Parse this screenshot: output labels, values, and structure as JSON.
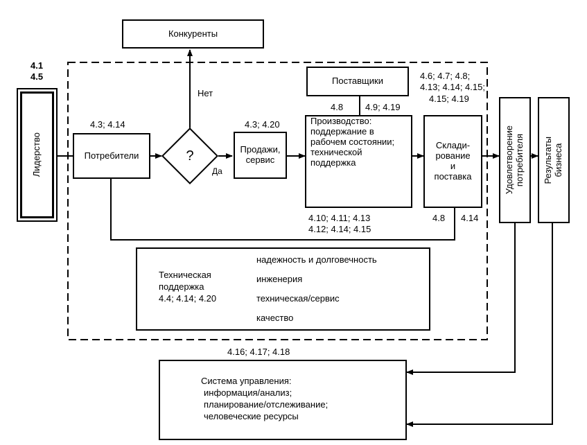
{
  "boxes": {
    "competitors": "Конкуренты",
    "leadership": "Лидерство",
    "consumers": "Потребители",
    "decision": "?",
    "sales": [
      "Продажи,",
      "сервис"
    ],
    "suppliers": "Поставщики",
    "production": [
      "Производство:",
      "поддержание в",
      "рабочем состоянии;",
      "технической",
      "поддержка"
    ],
    "warehouse": [
      "Склади-",
      "рование",
      "и",
      "поставка"
    ],
    "satisfaction": [
      "Удовлетворение",
      "потребителя"
    ],
    "results": [
      "Результаты",
      "бизнеса"
    ],
    "management": [
      "Система управления:",
      "информация/анализ;",
      "планирование/отслеживание;",
      "человеческие ресурсы"
    ]
  },
  "labels": {
    "no": "Нет",
    "yes": "Да",
    "ref_leadership": [
      "4.1",
      "4.5"
    ],
    "ref_consumers": "4.3; 4.14",
    "ref_sales": "4.3; 4.20",
    "ref_supplier_left": "4.8",
    "ref_supplier_right": "4.9; 4.19",
    "ref_top_right": [
      "4.6; 4.7; 4.8;",
      "4.13; 4.14; 4.15;",
      "4.15; 4.19"
    ],
    "ref_production": [
      "4.10; 4.11; 4.13",
      "4.12; 4.14;  4.15"
    ],
    "ref_warehouse_left": "4.8",
    "ref_warehouse_right": "4.14",
    "ref_management": "4.16; 4.17; 4.18"
  },
  "tech_support": {
    "title": [
      "Техническая",
      "поддержка",
      "4.4; 4.14; 4.20"
    ],
    "items": [
      "надежность и долговечность",
      "инженерия",
      "техническая/сервис",
      "качество"
    ]
  }
}
